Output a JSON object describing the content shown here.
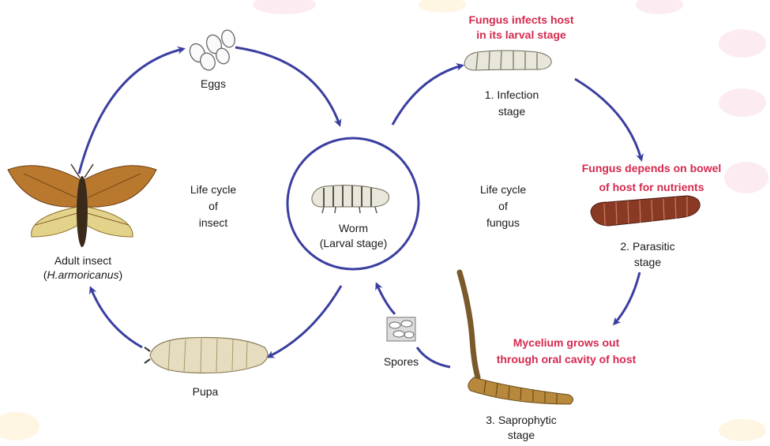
{
  "labels": {
    "eggs": "Eggs",
    "adult_line1": "Adult insect",
    "adult_line2": "H.armoricanus",
    "pupa": "Pupa",
    "insect_cycle_1": "Life cycle",
    "insect_cycle_2": "of",
    "insect_cycle_3": "insect",
    "worm_1": "Worm",
    "worm_2": "(Larval stage)",
    "fungus_cycle_1": "Life cycle",
    "fungus_cycle_2": "of",
    "fungus_cycle_3": "fungus",
    "infection_1": "1. Infection",
    "infection_2": "stage",
    "parasitic_1": "2. Parasitic",
    "parasitic_2": "stage",
    "saprophytic_1": "3. Saprophytic",
    "saprophytic_2": "stage",
    "spores": "Spores"
  },
  "annotations": {
    "infects_1": "Fungus infects host",
    "infects_2": "in its larval stage",
    "bowel_1": "Fungus depends on bowel",
    "bowel_2": "of host for nutrients",
    "mycelium_1": "Mycelium grows out",
    "mycelium_2": "through oral cavity of host"
  },
  "colors": {
    "arrow": "#3a3fa0",
    "annotation": "#d42a4e",
    "petal": "#f7c8d8",
    "larva_white": "#e9e6dc",
    "larva_red": "#8a3a24",
    "pupa": "#e6dcc0",
    "stroma": "#7a5a2a"
  }
}
